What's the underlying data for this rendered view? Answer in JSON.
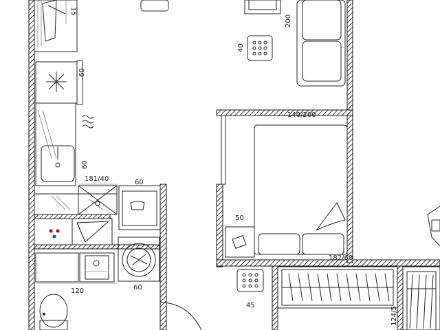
{
  "plan": {
    "dimensions": {
      "top_left_dim": "15",
      "stove_depth": "60",
      "sink_depth": "60",
      "bath_width": "181/40",
      "washer_top": "60",
      "table_dim": "40",
      "sofa_length": "200",
      "bed_size": "140/200",
      "nightstand": "50",
      "wardrobe_dim": "182/60",
      "toilet_width": "120",
      "washer_bottom": "60",
      "pouf_dim": "45",
      "closet_dim": "124/5"
    }
  }
}
